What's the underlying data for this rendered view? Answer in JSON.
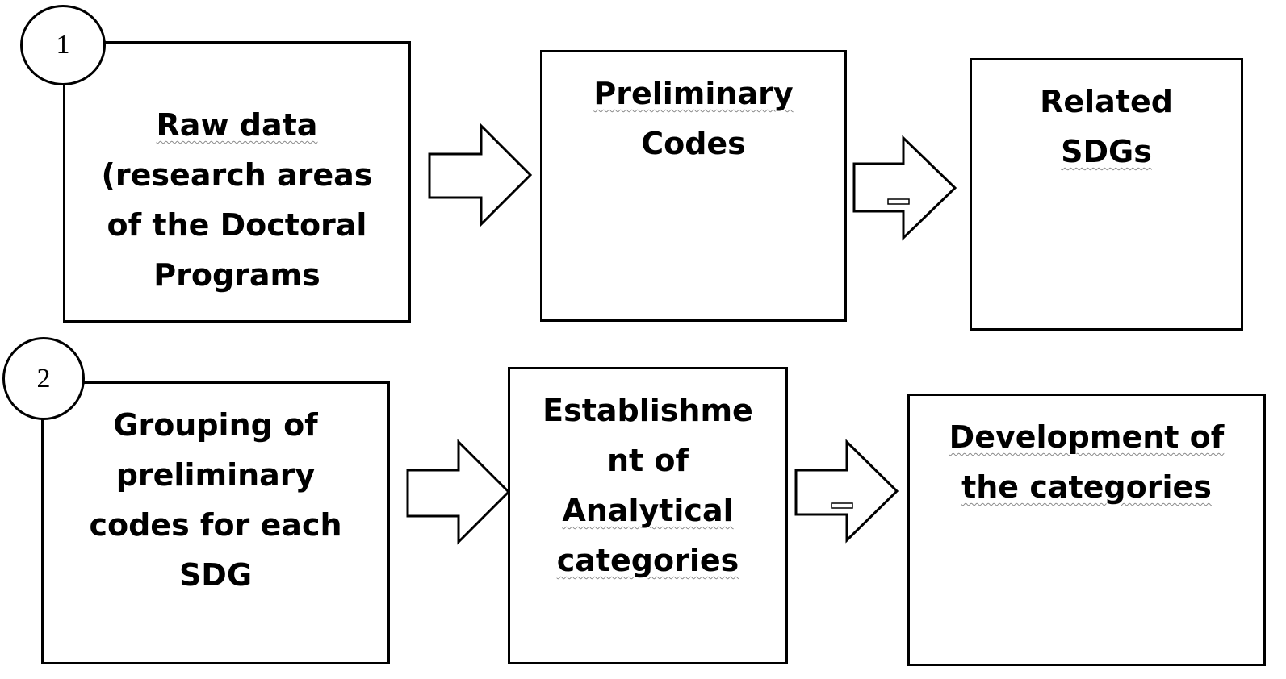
{
  "step1": {
    "number": "1",
    "raw_data": [
      "Raw data",
      "(research areas",
      "of the Doctoral",
      "Programs"
    ],
    "preliminary_codes": [
      "Preliminary",
      "Codes"
    ],
    "related_sdgs": [
      "Related",
      "SDGs"
    ]
  },
  "step2": {
    "number": "2",
    "grouping": [
      "Grouping of",
      "preliminary",
      "codes for each",
      "SDG"
    ],
    "establishment": [
      "Establishme",
      "nt of",
      "Analytical",
      "categories"
    ],
    "development": [
      "Development of",
      "the categories"
    ]
  }
}
